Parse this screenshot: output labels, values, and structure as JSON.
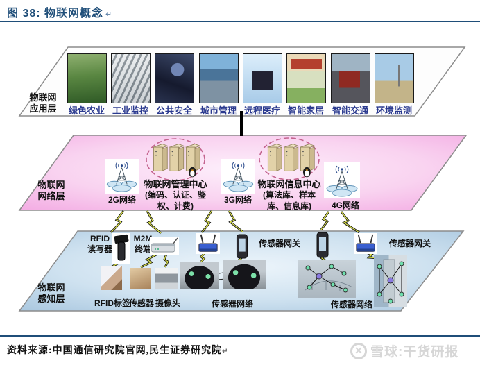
{
  "header": {
    "title": "图 38: 物联网概念",
    "return_mark": "↵"
  },
  "layers": {
    "application": {
      "side_label": [
        "物联网",
        "应用层"
      ],
      "items": [
        {
          "label": "绿色农业",
          "image": "green-agriculture-photo"
        },
        {
          "label": "工业监控",
          "image": "industrial-monitoring-photo"
        },
        {
          "label": "公共安全",
          "image": "public-safety-photo"
        },
        {
          "label": "城市管理",
          "image": "city-management-photo"
        },
        {
          "label": "远程医疗",
          "image": "telemedicine-photo"
        },
        {
          "label": "智能家居",
          "image": "smart-home-photo"
        },
        {
          "label": "智能交通",
          "image": "smart-transport-photo"
        },
        {
          "label": "环境监测",
          "image": "environment-monitoring-photo"
        }
      ]
    },
    "network": {
      "side_label": [
        "物联网",
        "网络层"
      ],
      "g2": {
        "label": "2G网络",
        "icon": "base-station-icon"
      },
      "mgmt": {
        "title": "物联网管理中心",
        "sub1": "(编码、认证、鉴",
        "sub2": "权、计费)",
        "icon": "server-cluster-icon"
      },
      "g3": {
        "label": "3G网络",
        "icon": "base-station-icon"
      },
      "info": {
        "title": "物联网信息中心",
        "sub1": "(算法库、样本",
        "sub2": "库、信息库)",
        "icon": "server-cluster-icon"
      },
      "g4": {
        "label": "4G网络",
        "icon": "base-station-icon"
      }
    },
    "perception": {
      "side_label": [
        "物联网",
        "感知层"
      ],
      "rfid_reader": [
        "RFID",
        "读写器"
      ],
      "m2m": [
        "M2M",
        "终端"
      ],
      "gateway1": "传感器网关",
      "gateway2": "传感器网关",
      "tag": "RFID标签",
      "sensor": "传感器",
      "camera": "摄像头",
      "network1": "传感器网络",
      "network2": "传感器网络"
    }
  },
  "footer": {
    "source": "资料来源:中国通信研究院官网,民生证券研究院",
    "return_mark": "↵",
    "watermark": "雪球:干货研报",
    "watermark_logo": "xueqiu-logo-icon"
  },
  "colors": {
    "accent_navy": "#1F4E79",
    "app_label_indigo": "#2b3a8f",
    "network_layer_pink": "#f3abe3",
    "perception_layer_blue": "#a9c7df",
    "lightning_yellow": "#dce24a"
  }
}
